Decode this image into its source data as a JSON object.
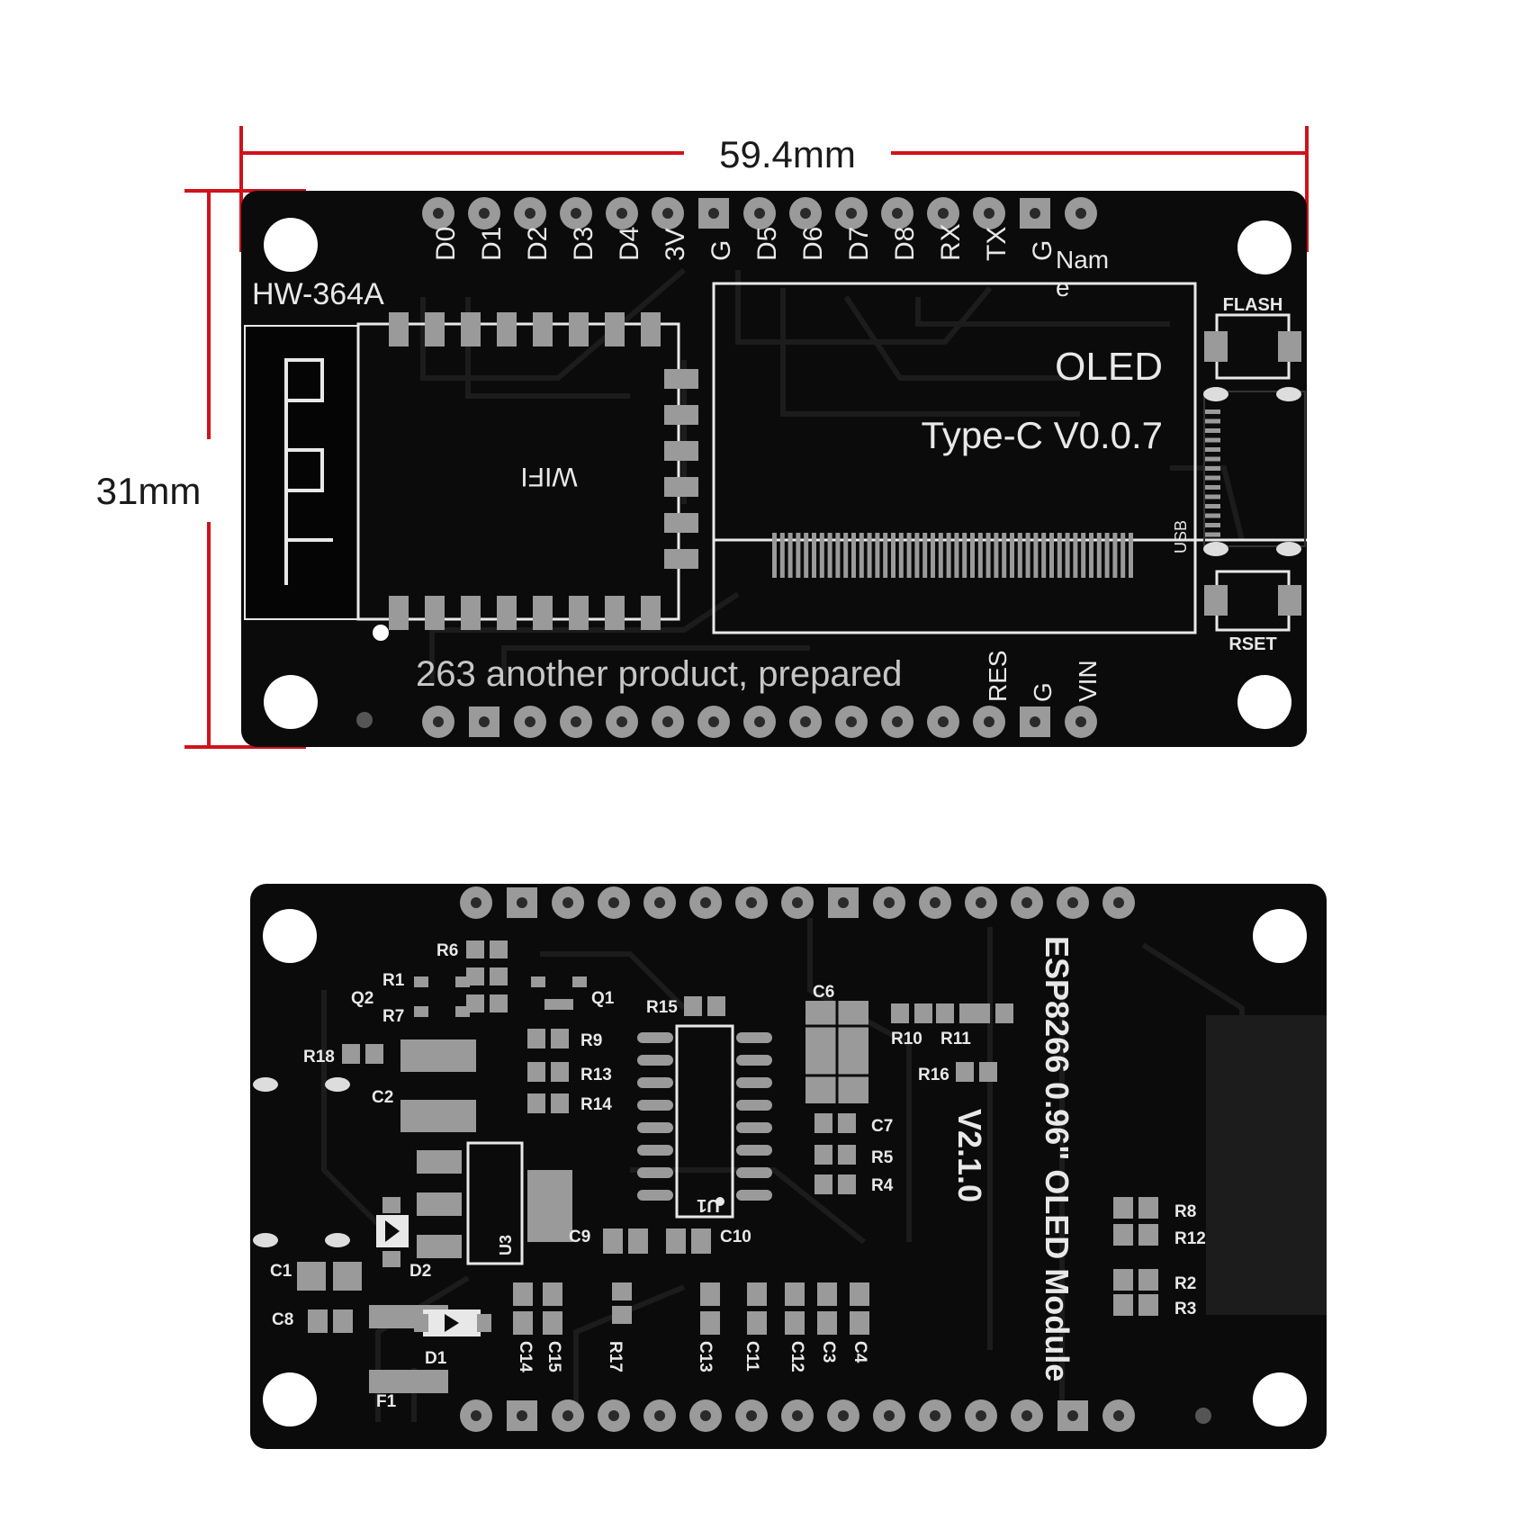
{
  "dimensions": {
    "width_label": "59.4mm",
    "height_label": "31mm",
    "line_color": "#d0121b"
  },
  "front": {
    "model": "HW-364A",
    "top_pins": [
      "D0",
      "D1",
      "D2",
      "D3",
      "D4",
      "3V",
      "G",
      "D5",
      "D6",
      "D7",
      "D8",
      "RX",
      "TX",
      "G"
    ],
    "name_label": "Nam\ne",
    "bottom_pins": [
      "RES",
      "G",
      "VIN"
    ],
    "module_label": "WIFI",
    "oled_label": "OLED",
    "version_label": "Type-C V0.0.7",
    "flash_label": "FLASH",
    "reset_label": "RSET",
    "usb_label": "USB",
    "caption": "263 another product, prepared"
  },
  "back": {
    "title": "ESP8266 0.96\" OLED Module",
    "version": "V2.1.0",
    "u1": "U1",
    "u3": "U3",
    "components": {
      "R6": "R6",
      "R1": "R1",
      "Q2": "Q2",
      "R7": "R7",
      "Q1": "Q1",
      "R15": "R15",
      "C6": "C6",
      "R10": "R10",
      "R11": "R11",
      "R16": "R16",
      "R18": "R18",
      "R9": "R9",
      "R13": "R13",
      "R14": "R14",
      "C2": "C2",
      "C7": "C7",
      "R5": "R5",
      "R4": "R4",
      "C9": "C9",
      "C10": "C10",
      "D2": "D2",
      "C1": "C1",
      "C8": "C8",
      "D1": "D1",
      "F1": "F1",
      "C14": "C14",
      "C15": "C15",
      "R17": "R17",
      "C13": "C13",
      "C11": "C11",
      "C12": "C12",
      "C3": "C3",
      "C4": "C4",
      "R8": "R8",
      "R12": "R12",
      "R2": "R2",
      "R3": "R3"
    }
  },
  "colors": {
    "pcb": "#0b0b0b",
    "silkscreen": "#e8e8e8",
    "pad": "#9a9a9a",
    "trace": "#1f1f1f"
  }
}
